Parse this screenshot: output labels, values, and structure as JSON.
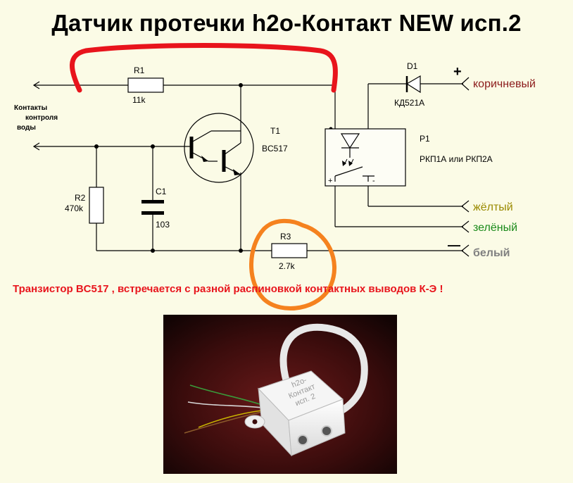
{
  "title": "Датчик протечки h2o-Контакт NEW исп.2",
  "water_contacts_label": [
    "Контакты",
    "контроля",
    "воды"
  ],
  "components": {
    "r1": {
      "ref": "R1",
      "value": "11k"
    },
    "r2": {
      "ref": "R2",
      "value": "470k"
    },
    "r3": {
      "ref": "R3",
      "value": "2.7k"
    },
    "c1": {
      "ref": "C1",
      "value": "103"
    },
    "t1": {
      "ref": "T1",
      "value": "BC517"
    },
    "d1": {
      "ref": "D1",
      "value": "КД521А"
    },
    "p1": {
      "ref": "P1",
      "value": "РКП1А или РКП2А"
    }
  },
  "wires": {
    "brown": {
      "label": "коричневый",
      "color": "#8b1a1a",
      "sign": "+"
    },
    "yellow": {
      "label": "жёлтый",
      "color": "#9a8a00"
    },
    "green": {
      "label": "зелёный",
      "color": "#1a8a1a"
    },
    "white": {
      "label": "белый",
      "color": "#808080",
      "sign": "—"
    }
  },
  "relay_pins": {
    "plus": "+",
    "minus": "-"
  },
  "note": "Транзистор BC517 , встречается с разной распиновкой контактных выводов К-Э !",
  "photo": {
    "device_text_lines": [
      "h2o-",
      "Контакт",
      "исп. 2"
    ]
  },
  "colors": {
    "annotation_red": "#e8141c",
    "annotation_orange": "#f5821f"
  }
}
